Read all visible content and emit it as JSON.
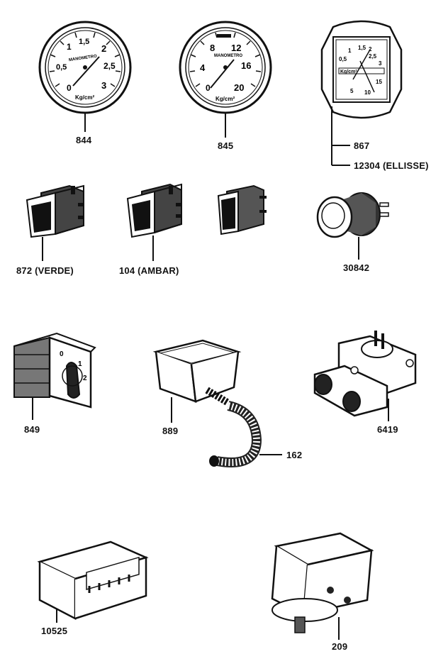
{
  "catalog": {
    "parts": [
      {
        "code": "844",
        "dial": {
          "brand": "MANOMETRO",
          "unit": "Kg/cm²",
          "ticks": [
            "0",
            "0,5",
            "1",
            "1,5",
            "2",
            "2,5",
            "3"
          ]
        }
      },
      {
        "code": "845",
        "dial": {
          "brand": "MANOMETRO",
          "unit": "Kg/cm²",
          "ticks": [
            "0",
            "4",
            "8",
            "12",
            "16",
            "20"
          ]
        }
      },
      {
        "code": "867",
        "code2": "12304 (ELLISSE)",
        "dial": {
          "unit": "Kg/cm²",
          "ticks_top": [
            "0,5",
            "1",
            "1,5",
            "2",
            "2,5",
            "3"
          ],
          "ticks_bottom": [
            "5",
            "10",
            "15"
          ]
        }
      },
      {
        "code": "872 (VERDE)"
      },
      {
        "code": "104 (AMBAR)"
      },
      {
        "code": "30842"
      },
      {
        "code": "849",
        "switch_ticks": [
          "0",
          "1",
          "2"
        ]
      },
      {
        "code": "889"
      },
      {
        "code": "162"
      },
      {
        "code": "6419"
      },
      {
        "code": "10525"
      },
      {
        "code": "209"
      }
    ]
  }
}
